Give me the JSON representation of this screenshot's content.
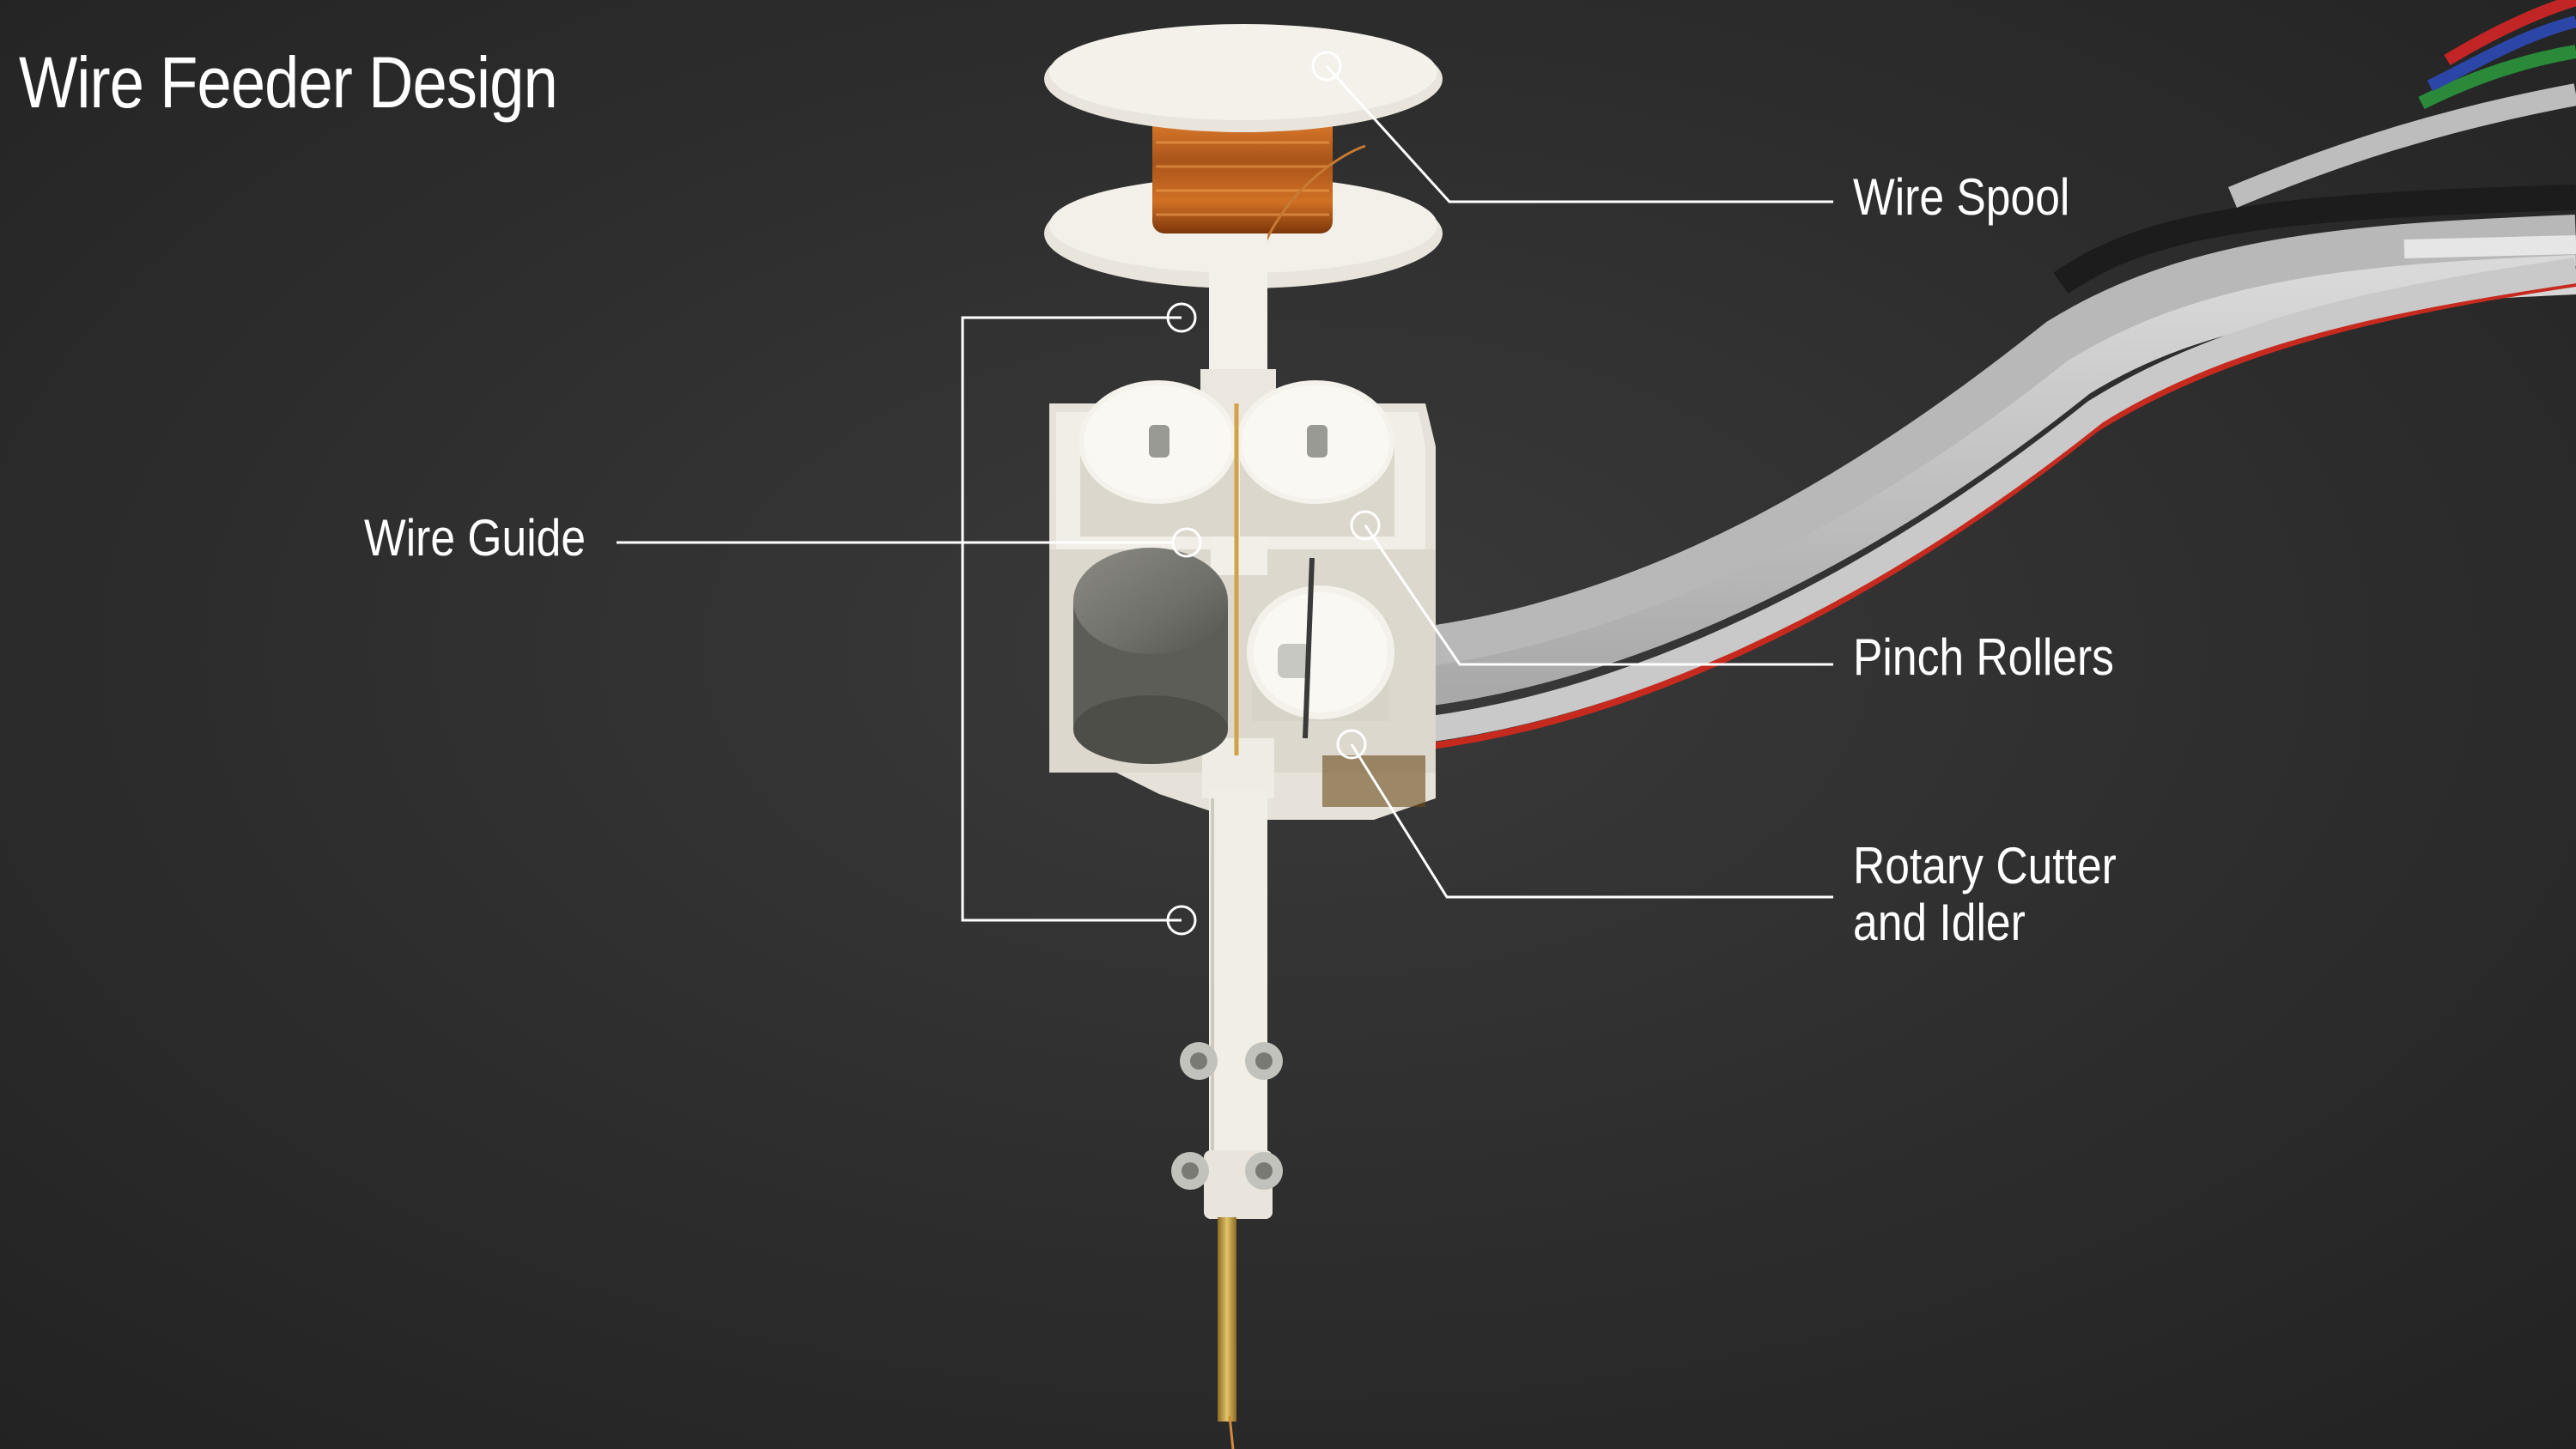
{
  "title": "Wire Feeder Design",
  "labels": {
    "wire_spool": "Wire Spool",
    "wire_guide": "Wire Guide",
    "pinch_rollers": "Pinch Rollers",
    "rotary_cutter_line1": "Rotary Cutter",
    "rotary_cutter_line2": "and Idler"
  },
  "colors": {
    "background": "#2d2d2d",
    "printed_part": "#efece6",
    "copper_wire": "#c0651b",
    "callout_line": "#ffffff",
    "label_text": "#ffffff"
  }
}
